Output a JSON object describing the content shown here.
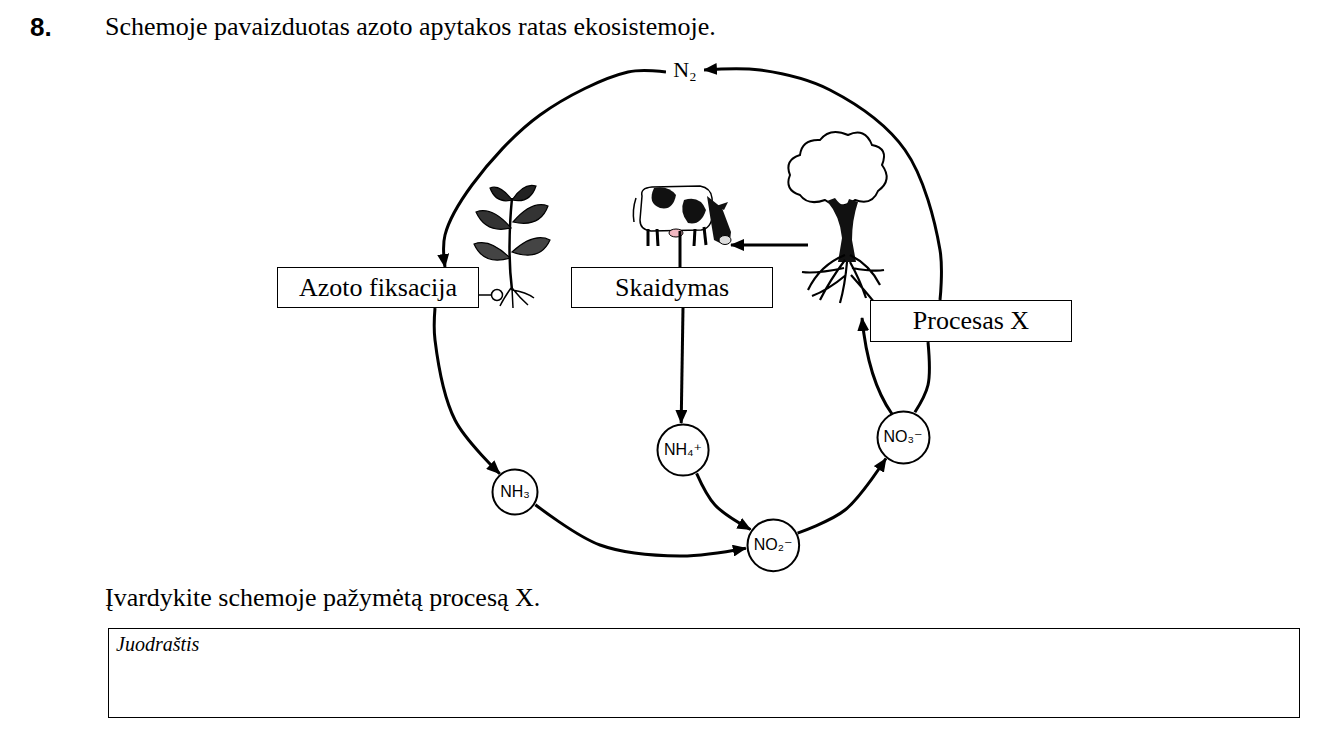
{
  "diagram": {
    "title": "Schemoje pavaizduotas azoto apytakos ratas ekosistemoje.",
    "nodes": [
      {
        "text": [
          "N₂"
        ]
      },
      {
        "text": [
          "Azoto fiksacija"
        ]
      },
      {
        "text": [
          "Skaidymas"
        ]
      },
      {
        "text": [
          "Procesas X"
        ]
      },
      {
        "text": [
          "NO₃⁻"
        ]
      },
      {
        "text": [
          "NH₄⁺"
        ]
      },
      {
        "text": [
          "NH₃"
        ]
      },
      {
        "text": [
          "NO₂⁻"
        ]
      },
      {
        "text": [
          "Juodraštis"
        ]
      }
    ],
    "edges": [
      {
        "from": 0,
        "to": 1,
        "arrow": "to"
      },
      {
        "from": 1,
        "to": 6,
        "arrow": "to"
      },
      {
        "from": 6,
        "to": 7,
        "arrow": "to"
      },
      {
        "from": 2,
        "to": 5,
        "arrow": "to"
      },
      {
        "from": 5,
        "to": 7,
        "arrow": "to"
      },
      {
        "from": 7,
        "to": 4,
        "arrow": "to"
      },
      {
        "from": 4,
        "to": 3,
        "arrow": "none"
      },
      {
        "from": 3,
        "to": 0,
        "arrow": "to"
      }
    ],
    "labels": [
      "8.",
      "Įvardykite schemoje pažymėtą procesą X."
    ]
  }
}
